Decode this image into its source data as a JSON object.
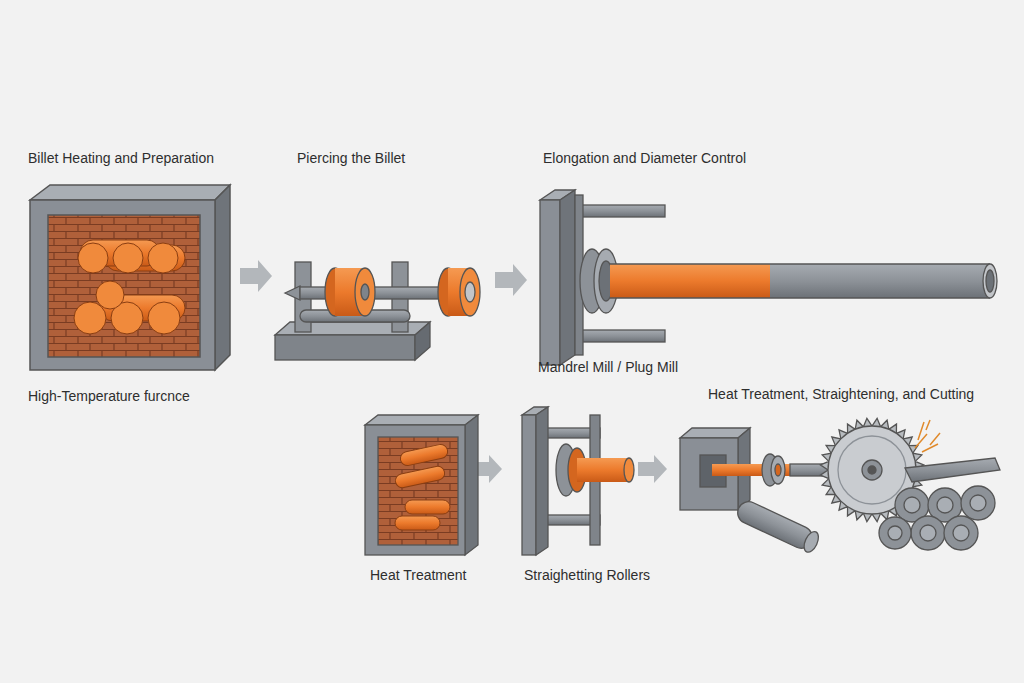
{
  "diagram": {
    "labels": [
      "Billet Heating and Preparation",
      "Piercing the Billet",
      "Elongation and Diameter Control",
      "High-Temperature furcnce",
      "Mandrel Mill / Plug Mill",
      "Heat Treatment, Straightening, and Cutting",
      "Heat Treatment",
      "Straighetting Rollers"
    ]
  }
}
